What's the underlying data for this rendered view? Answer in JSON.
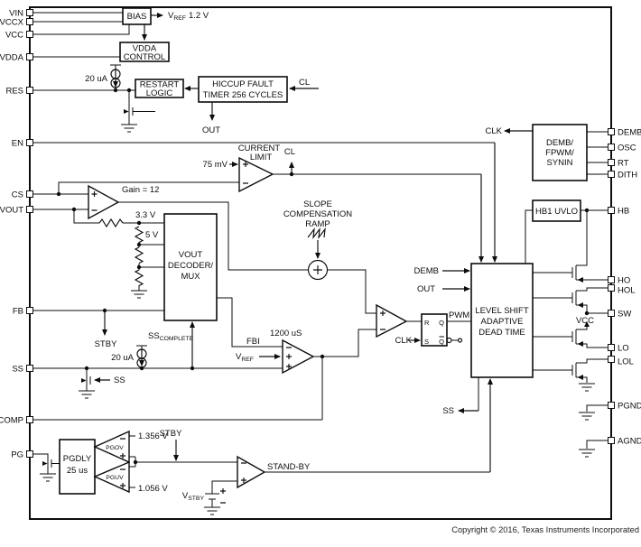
{
  "copyright": "Copyright © 2016, Texas Instruments Incorporated",
  "pins": {
    "left": [
      "VIN",
      "VCCX",
      "VCC",
      "VDDA",
      "RES",
      "EN",
      "CS",
      "VOUT",
      "FB",
      "SS",
      "COMP",
      "PG"
    ],
    "right": [
      "DEMB",
      "OSC",
      "RT",
      "DITH",
      "HB",
      "HO",
      "HOL",
      "SW",
      "LO",
      "LOL",
      "PGND",
      "AGND"
    ]
  },
  "blocks": {
    "bias": "BIAS",
    "vdda_control": [
      "VDDA",
      "CONTROL"
    ],
    "restart_logic": [
      "RESTART",
      "LOGIC"
    ],
    "hiccup_timer": [
      "HICCUP FAULT",
      "TIMER 256 CYCLES"
    ],
    "vout_decoder": [
      "VOUT",
      "DECODER/",
      "MUX"
    ],
    "demb_fpwm_synin": [
      "DEMB/",
      "FPWM/",
      "SYNIN"
    ],
    "hb1_uvlo": "HB1 UVLO",
    "level_shift": [
      "LEVEL SHIFT",
      "ADAPTIVE",
      "DEAD TIME"
    ],
    "pgdly": [
      "PGDLY",
      "25 us"
    ],
    "latch": {
      "r": "R",
      "s": "S",
      "q": "Q",
      "qb": "Q"
    }
  },
  "amplifiers": {
    "current_limit_line1": "CURRENT",
    "current_limit_line2": "LIMIT",
    "gain": "Gain = 12",
    "gm": "1200 uS",
    "pgov": "PGOV",
    "pguv": "PGUV"
  },
  "nets": {
    "vref_out": {
      "v": "V",
      "sub": "REF",
      "value": "1.2 V"
    },
    "res_current": "20 uA",
    "ss_current": "20 uA",
    "hiccup_out": "OUT",
    "hiccup_cl": "CL",
    "cl_threshold": "75 mV",
    "cl_flag": "CL",
    "clk_top": "CLK",
    "clk_latch": "CLK",
    "v33": "3.3 V",
    "v5": "5 V",
    "slope_ramp": [
      "SLOPE",
      "COMPENSATION",
      "RAMP"
    ],
    "demb_in": "DEMB",
    "out_in": "OUT",
    "pwm": "PWM",
    "stby_fb": "STBY",
    "ss_complete": {
      "main": "SS",
      "sub": "COMPLETE"
    },
    "fbi": "FBI",
    "vref_amp": {
      "v": "V",
      "sub": "REF"
    },
    "ss_gate": "SS",
    "ss_out": "SS",
    "vcc_node": "VCC",
    "pgov_threshold": "1.356 V",
    "pguv_threshold": "1.056 V",
    "stby_pg": "STBY",
    "vstby": {
      "v": "V",
      "sub": "STBY"
    },
    "standby": "STAND-BY"
  }
}
